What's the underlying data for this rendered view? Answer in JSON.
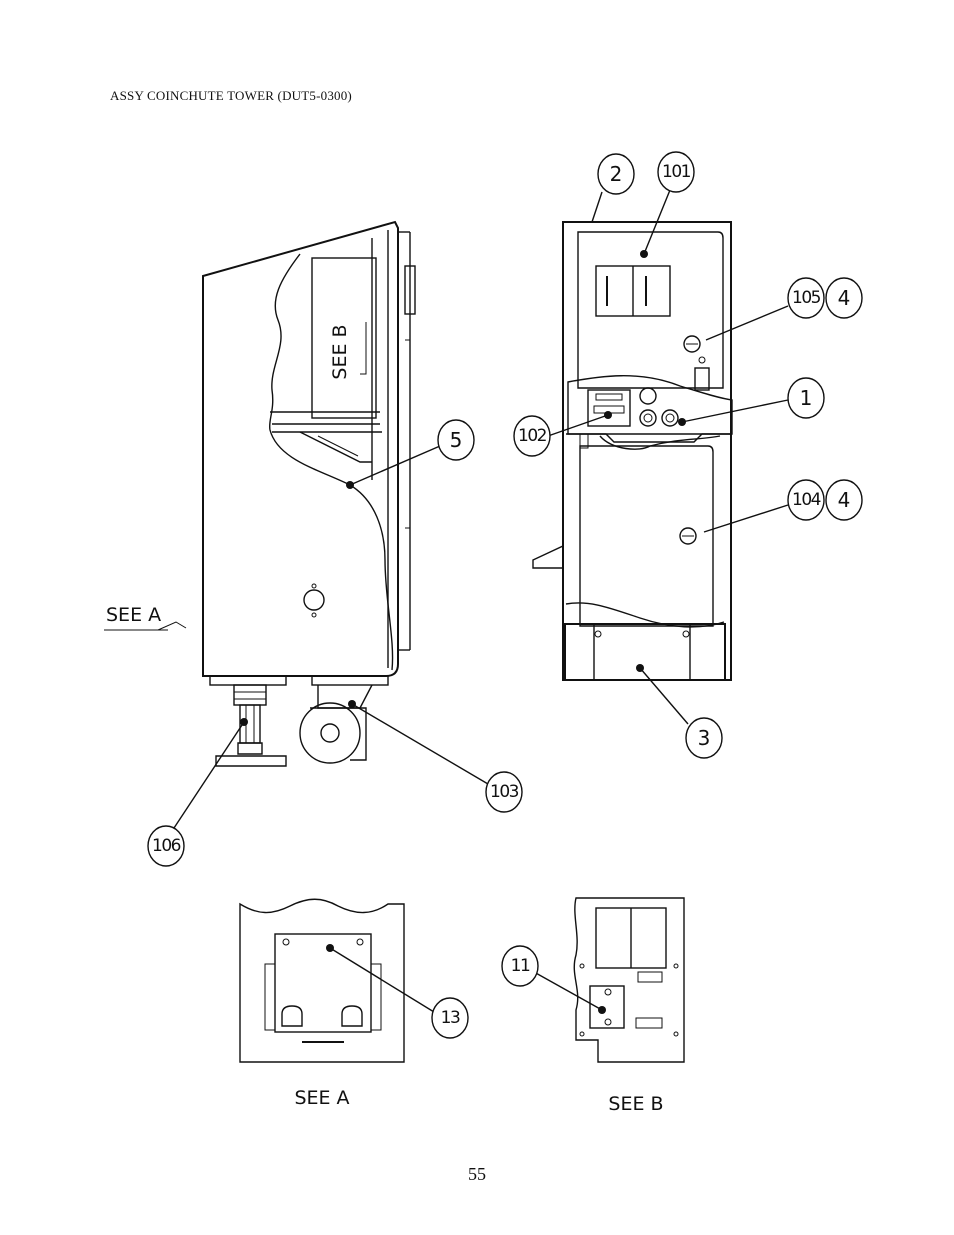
{
  "header": {
    "title": "ASSY COINCHUTE TOWER (DUT5-0300)"
  },
  "footer": {
    "page_number": "55"
  },
  "views": {
    "side_note": "SEE B",
    "left_note": "SEE A",
    "caption_a": "SEE A",
    "caption_b": "SEE B"
  },
  "callouts": {
    "c2": "2",
    "c101": "101",
    "c105": "105",
    "c4a": "4",
    "c1": "1",
    "c102": "102",
    "c5": "5",
    "c104": "104",
    "c4b": "4",
    "c3": "3",
    "c103": "103",
    "c106": "106",
    "c13": "13",
    "c11": "11"
  }
}
